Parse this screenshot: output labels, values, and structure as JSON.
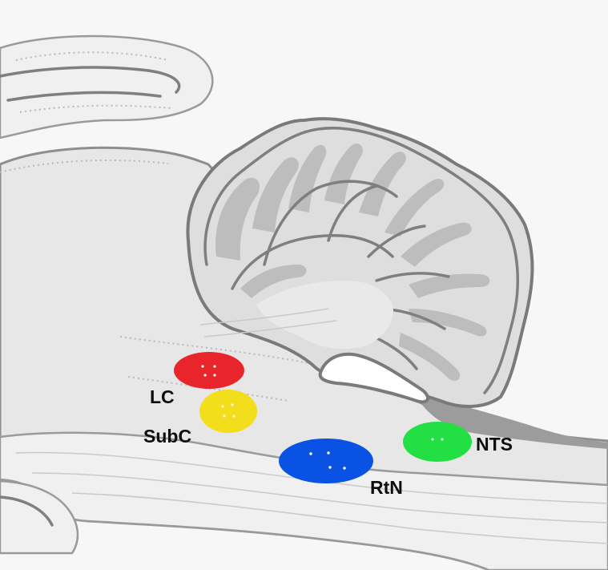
{
  "regions": [
    {
      "id": "lc",
      "label": "LC",
      "color": "#e8252a"
    },
    {
      "id": "subc",
      "label": "SubC",
      "color": "#f2de1a"
    },
    {
      "id": "rtn",
      "label": "RtN",
      "color": "#0a52e3"
    },
    {
      "id": "nts",
      "label": "NTS",
      "color": "#22e043"
    }
  ]
}
